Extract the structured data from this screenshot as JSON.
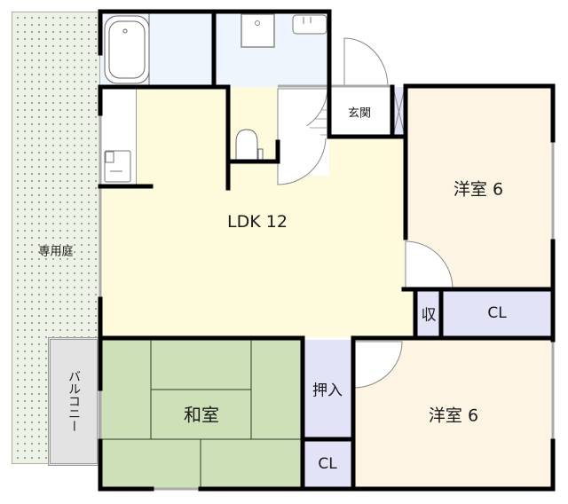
{
  "floorplan": {
    "colors": {
      "ldk": "#fdfbdc",
      "western": "#fdf4e4",
      "storage": "#e2e3f6",
      "water": "#eef5fd",
      "japanese": "#cde0b8",
      "garden": "#edf2e6",
      "balcony": "#e3e3e3",
      "wall": "#000000",
      "entrance": "#ffffff"
    },
    "rooms": {
      "ldk": "LDK 12",
      "western_upper": "洋室 6",
      "western_lower": "洋室 6",
      "japanese": "和室",
      "entrance": "玄関",
      "storage_small": "収",
      "closet_upper": "CL",
      "closet_lower": "CL",
      "oshiire": "押入",
      "garden": "専用庭",
      "balcony": "バルコニー"
    }
  }
}
